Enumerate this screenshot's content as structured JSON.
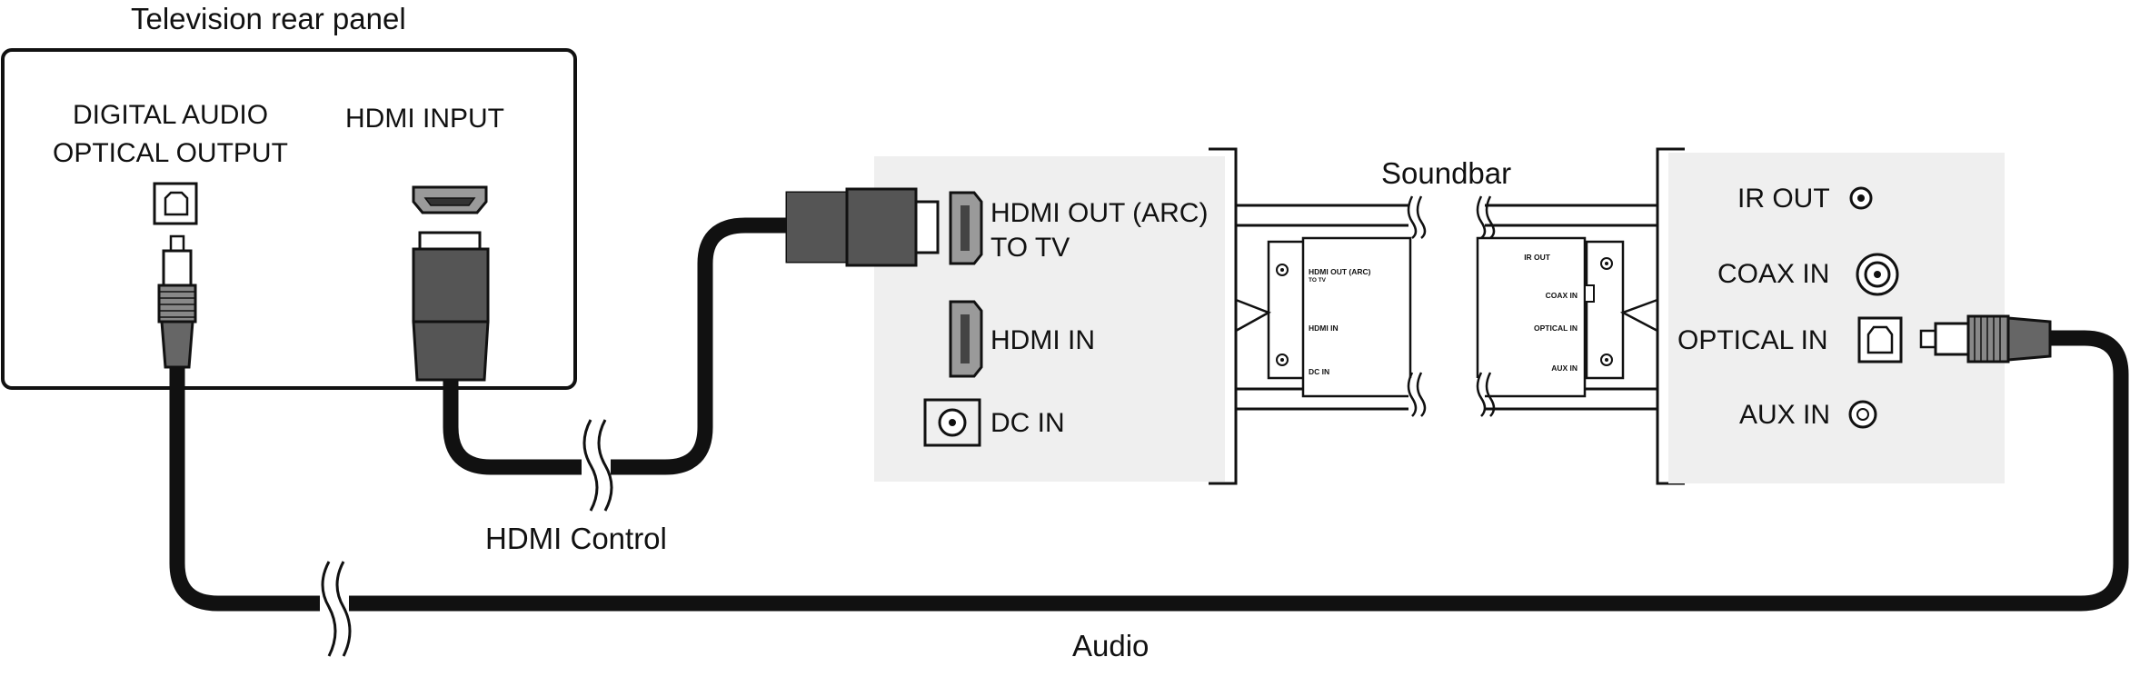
{
  "tv": {
    "title": "Television rear panel",
    "optical_label_line1": "DIGITAL AUDIO",
    "optical_label_line2": "OPTICAL OUTPUT",
    "hdmi_label": "HDMI INPUT"
  },
  "soundbar": {
    "title": "Soundbar",
    "left_panel": {
      "hdmi_out_line1": "HDMI OUT (ARC)",
      "hdmi_out_line2": "TO TV",
      "hdmi_in": "HDMI IN",
      "dc_in": "DC IN"
    },
    "right_panel": {
      "ir_out": "IR OUT",
      "coax_in": "COAX IN",
      "optical_in": "OPTICAL IN",
      "aux_in": "AUX IN"
    },
    "mini_left": {
      "hdmi_out_line1": "HDMI OUT (ARC)",
      "hdmi_out_line2": "TO TV",
      "hdmi_in": "HDMI IN",
      "dc_in": "DC IN"
    },
    "mini_right": {
      "ir_out": "IR OUT",
      "coax_in": "COAX IN",
      "optical_in": "OPTICAL IN",
      "aux_in": "AUX IN"
    }
  },
  "cables": {
    "hdmi_label": "HDMI Control",
    "audio_label": "Audio"
  },
  "colors": {
    "cable": "#111111",
    "plug_dark": "#555555",
    "plug_light": "#9a9a9a",
    "panel_shade": "#efefef",
    "outline": "#111111"
  }
}
